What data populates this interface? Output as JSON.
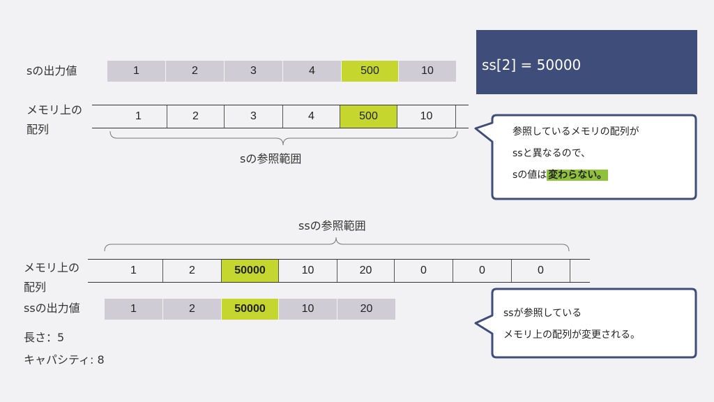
{
  "top": {
    "output_label": "sの出力値",
    "memory_label_line1": "メモリ上の",
    "memory_label_line2": "配列",
    "output_values": [
      "1",
      "2",
      "3",
      "4",
      "500",
      "10"
    ],
    "memory_values": [
      "1",
      "2",
      "3",
      "4",
      "500",
      "10"
    ],
    "range_label": "sの参照範囲"
  },
  "bottom": {
    "range_label": "ssの参照範囲",
    "memory_label_line1": "メモリ上の",
    "memory_label_line2": "配列",
    "memory_values": [
      "1",
      "2",
      "50000",
      "10",
      "20",
      "0",
      "0",
      "0"
    ],
    "output_label": "ssの出力値",
    "output_values": [
      "1",
      "2",
      "50000",
      "10",
      "20"
    ],
    "length_text": "長さ：5",
    "capacity_text": "キャパシティ: 8"
  },
  "code_box": {
    "text": "ss[2] = 50000"
  },
  "bubble1": {
    "line1": "参照しているメモリの配列が",
    "line2": "ssと異なるので、",
    "line3_prefix": "sの値は",
    "line3_highlight": "変わらない。"
  },
  "bubble2": {
    "line1": "ssが参照している",
    "line2": "メモリ上の配列が変更される。"
  },
  "colors": {
    "background": "#f2f2f4",
    "cell_gray": "#cfccd6",
    "highlight_green": "#c5d62f",
    "code_box_navy": "#3f4d7a",
    "bubble_border": "#3f4d7a",
    "text_highlight": "#8fc23a"
  }
}
